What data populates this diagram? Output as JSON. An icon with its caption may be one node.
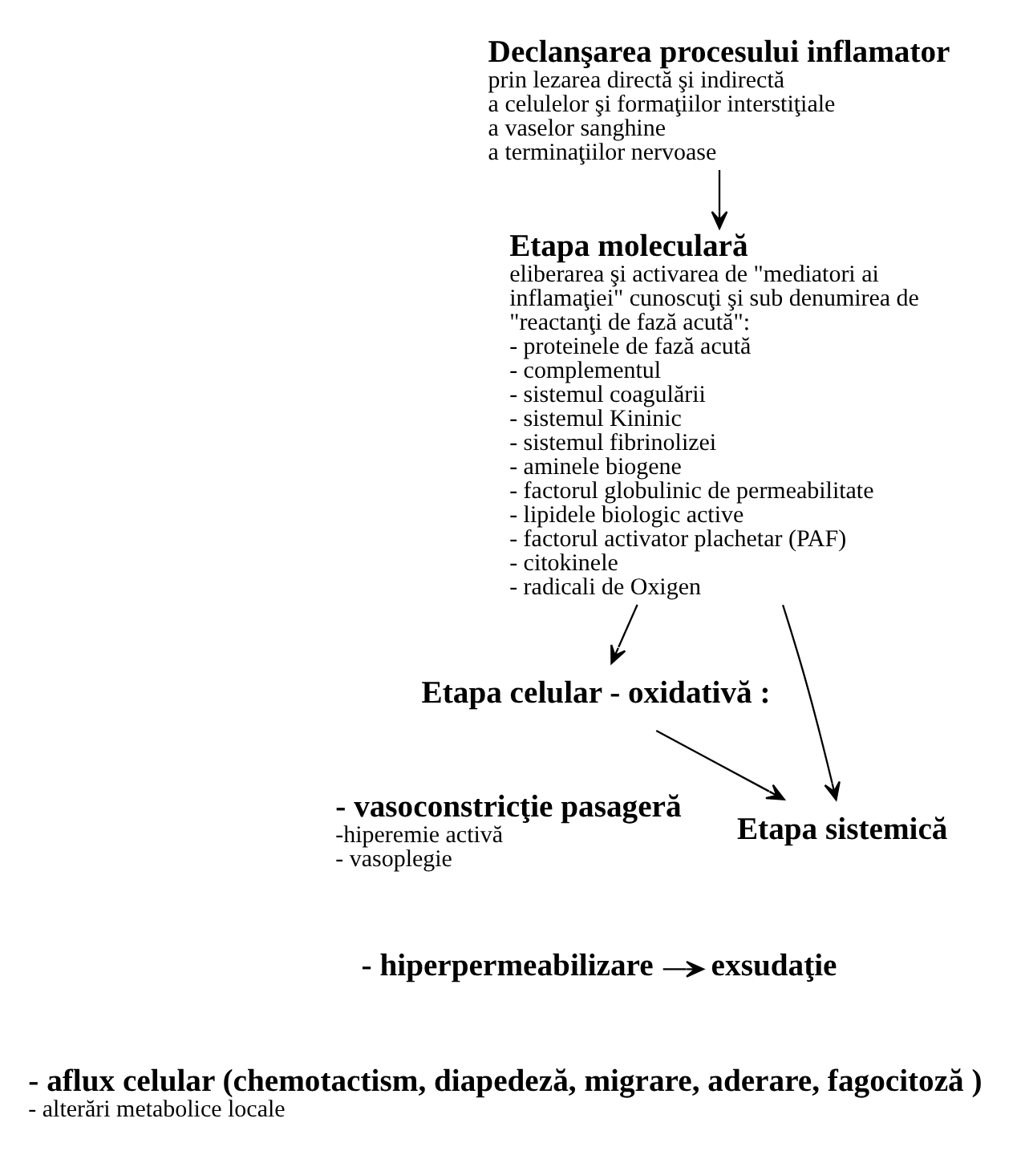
{
  "diagram": {
    "nodes": [
      {
        "text": [
          "Declanşarea procesului inflamator",
          "prin lezarea directă şi indirectă",
          "a celulelor şi formaţiilor interstiţiale",
          "a vaselor sanghine",
          "a terminaţiilor nervoase"
        ]
      },
      {
        "text": [
          "Etapa moleculară",
          "eliberarea şi activarea de \"mediatori ai inflamaţiei\" cunoscuţi şi sub denumirea de \"reactanţi de fază acută\":",
          "- proteinele de fază acută",
          "- complementul",
          "- sistemul coagulării",
          "- sistemul Kininic",
          "- sistemul fibrinolizei",
          "- aminele biogene",
          "- factorul globulinic de permeabilitate",
          "- lipidele biologic active",
          "- factorul activator plachetar (PAF)",
          "- citokinele",
          "- radicali de Oxigen"
        ]
      },
      {
        "text": [
          "Etapa celular - oxidativă :"
        ]
      },
      {
        "text": [
          "- vasoconstricţie pasageră",
          "-hiperemie activă",
          "- vasoplegie"
        ]
      },
      {
        "text": [
          "- hiperpermeabilizare"
        ]
      },
      {
        "text": [
          "exsudaţie"
        ]
      },
      {
        "text": [
          "- aflux celular (chemotactism, diapedeză, migrare, aderare, fagocitoză )",
          "- alterări metabolice locale"
        ]
      },
      {
        "text": [
          "Etapa sistemică"
        ]
      }
    ],
    "edges": [
      {
        "from": 0,
        "to": 1,
        "arrow": "to"
      },
      {
        "from": 1,
        "to": 2,
        "arrow": "to"
      },
      {
        "from": 2,
        "to": 7,
        "arrow": "to"
      },
      {
        "from": 1,
        "to": 7,
        "arrow": "to"
      },
      {
        "from": 4,
        "to": 5,
        "arrow": "to"
      }
    ]
  }
}
